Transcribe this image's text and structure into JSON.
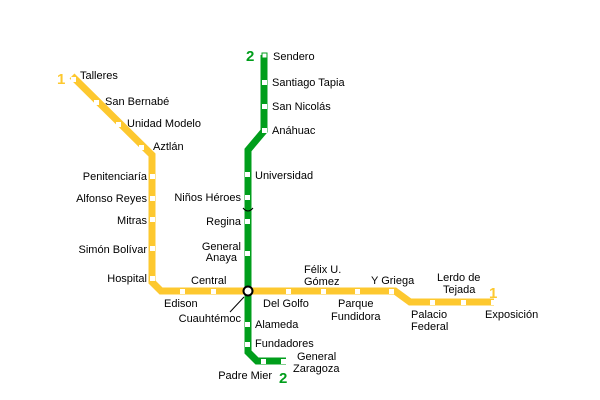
{
  "map": {
    "background": "#ffffff",
    "transfer_station": "Cuauhtémoc",
    "lines": [
      {
        "number": "1",
        "color": "#fdc82f",
        "terminals": [
          "Talleres",
          "Exposición"
        ],
        "stations": [
          "Talleres",
          "San Bernabé",
          "Unidad Modelo",
          "Aztlán",
          "Penitenciaría",
          "Alfonso Reyes",
          "Mitras",
          "Simón Bolívar",
          "Hospital",
          "Edison",
          "Central",
          "Cuauhtémoc",
          "Del Golfo",
          "Félix U. Gómez",
          "Parque Fundidora",
          "Y Griega",
          "Palacio Federal",
          "Lerdo de Tejada",
          "Exposición"
        ]
      },
      {
        "number": "2",
        "color": "#009e1b",
        "terminals": [
          "Sendero",
          "General Zaragoza"
        ],
        "stations": [
          "Sendero",
          "Santiago Tapia",
          "San Nicolás",
          "Anáhuac",
          "Universidad",
          "Niños Héroes",
          "Regina",
          "General Anaya",
          "Cuauhtémoc",
          "Alameda",
          "Fundadores",
          "Padre Mier",
          "General Zaragoza"
        ]
      }
    ]
  },
  "labels": {
    "line1_start": "1",
    "line1_end": "1",
    "line2_start": "2",
    "line2_end": "2",
    "talleres": "Talleres",
    "san_bernabe": "San Bernabé",
    "unidad_modelo": "Unidad Modelo",
    "aztlan": "Aztlán",
    "penitenciaria": "Penitenciaría",
    "alfonso_reyes": "Alfonso Reyes",
    "mitras": "Mitras",
    "simon_bolivar": "Simón Bolívar",
    "hospital": "Hospital",
    "edison": "Edison",
    "central": "Central",
    "cuauhtemoc": "Cuauhtémoc",
    "del_golfo": "Del Golfo",
    "felix_gomez_1": "Félix U.",
    "felix_gomez_2": "Gómez",
    "parque_fundidora_1": "Parque",
    "parque_fundidora_2": "Fundidora",
    "y_griega": "Y Griega",
    "palacio_federal_1": "Palacio",
    "palacio_federal_2": "Federal",
    "lerdo_1": "Lerdo de",
    "lerdo_2": "Tejada",
    "exposicion": "Exposición",
    "sendero": "Sendero",
    "santiago_tapia": "Santiago Tapia",
    "san_nicolas": "San Nicolás",
    "anahuac": "Anáhuac",
    "universidad": "Universidad",
    "ninos_heroes": "Niños Héroes",
    "regina": "Regina",
    "general_anaya_1": "General",
    "general_anaya_2": "Anaya",
    "alameda": "Alameda",
    "fundadores": "Fundadores",
    "padre_mier": "Padre Mier",
    "general_zaragoza_1": "General",
    "general_zaragoza_2": "Zaragoza"
  }
}
